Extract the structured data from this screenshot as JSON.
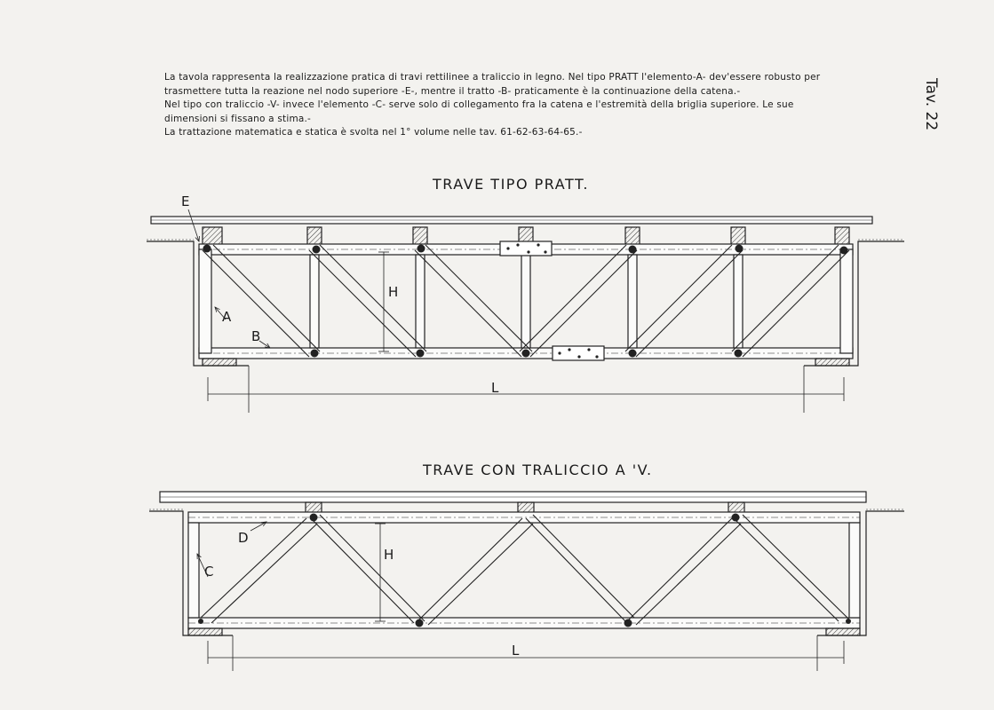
{
  "description": {
    "line1": "La tavola rappresenta la realizzazione pratica di travi rettilinee a traliccio  in legno. Nel tipo  PRATT  l'elemento-A- dev'essere robusto per",
    "line2": "trasmettere tutta la reazione  nel nodo superiore -E-, mentre  il tratto -B- praticamente è la continuazione della catena.-",
    "line3": "Nel tipo con traliccio -V- invece  l'elemento -C- serve solo di collegamento fra la catena  e l'estremità della briglia superiore. Le sue",
    "line4": "dimensioni si fissano a stima.-",
    "line5": "La trattazione  matematica  e  statica  è  svolta  nel 1° volume   nelle  tav. 61-62-63-64-65.-"
  },
  "plate_number": "Tav. 22",
  "pratt": {
    "title": "TRAVE  TIPO  PRATT.",
    "label_E": "E",
    "label_A": "A",
    "label_B": "B",
    "label_H": "H",
    "label_L": "L"
  },
  "vtruss": {
    "title": "TRAVE  CON  TRALICCIO  A  'V.",
    "label_D": "D",
    "label_C": "C",
    "label_H": "H",
    "label_L": "L"
  }
}
